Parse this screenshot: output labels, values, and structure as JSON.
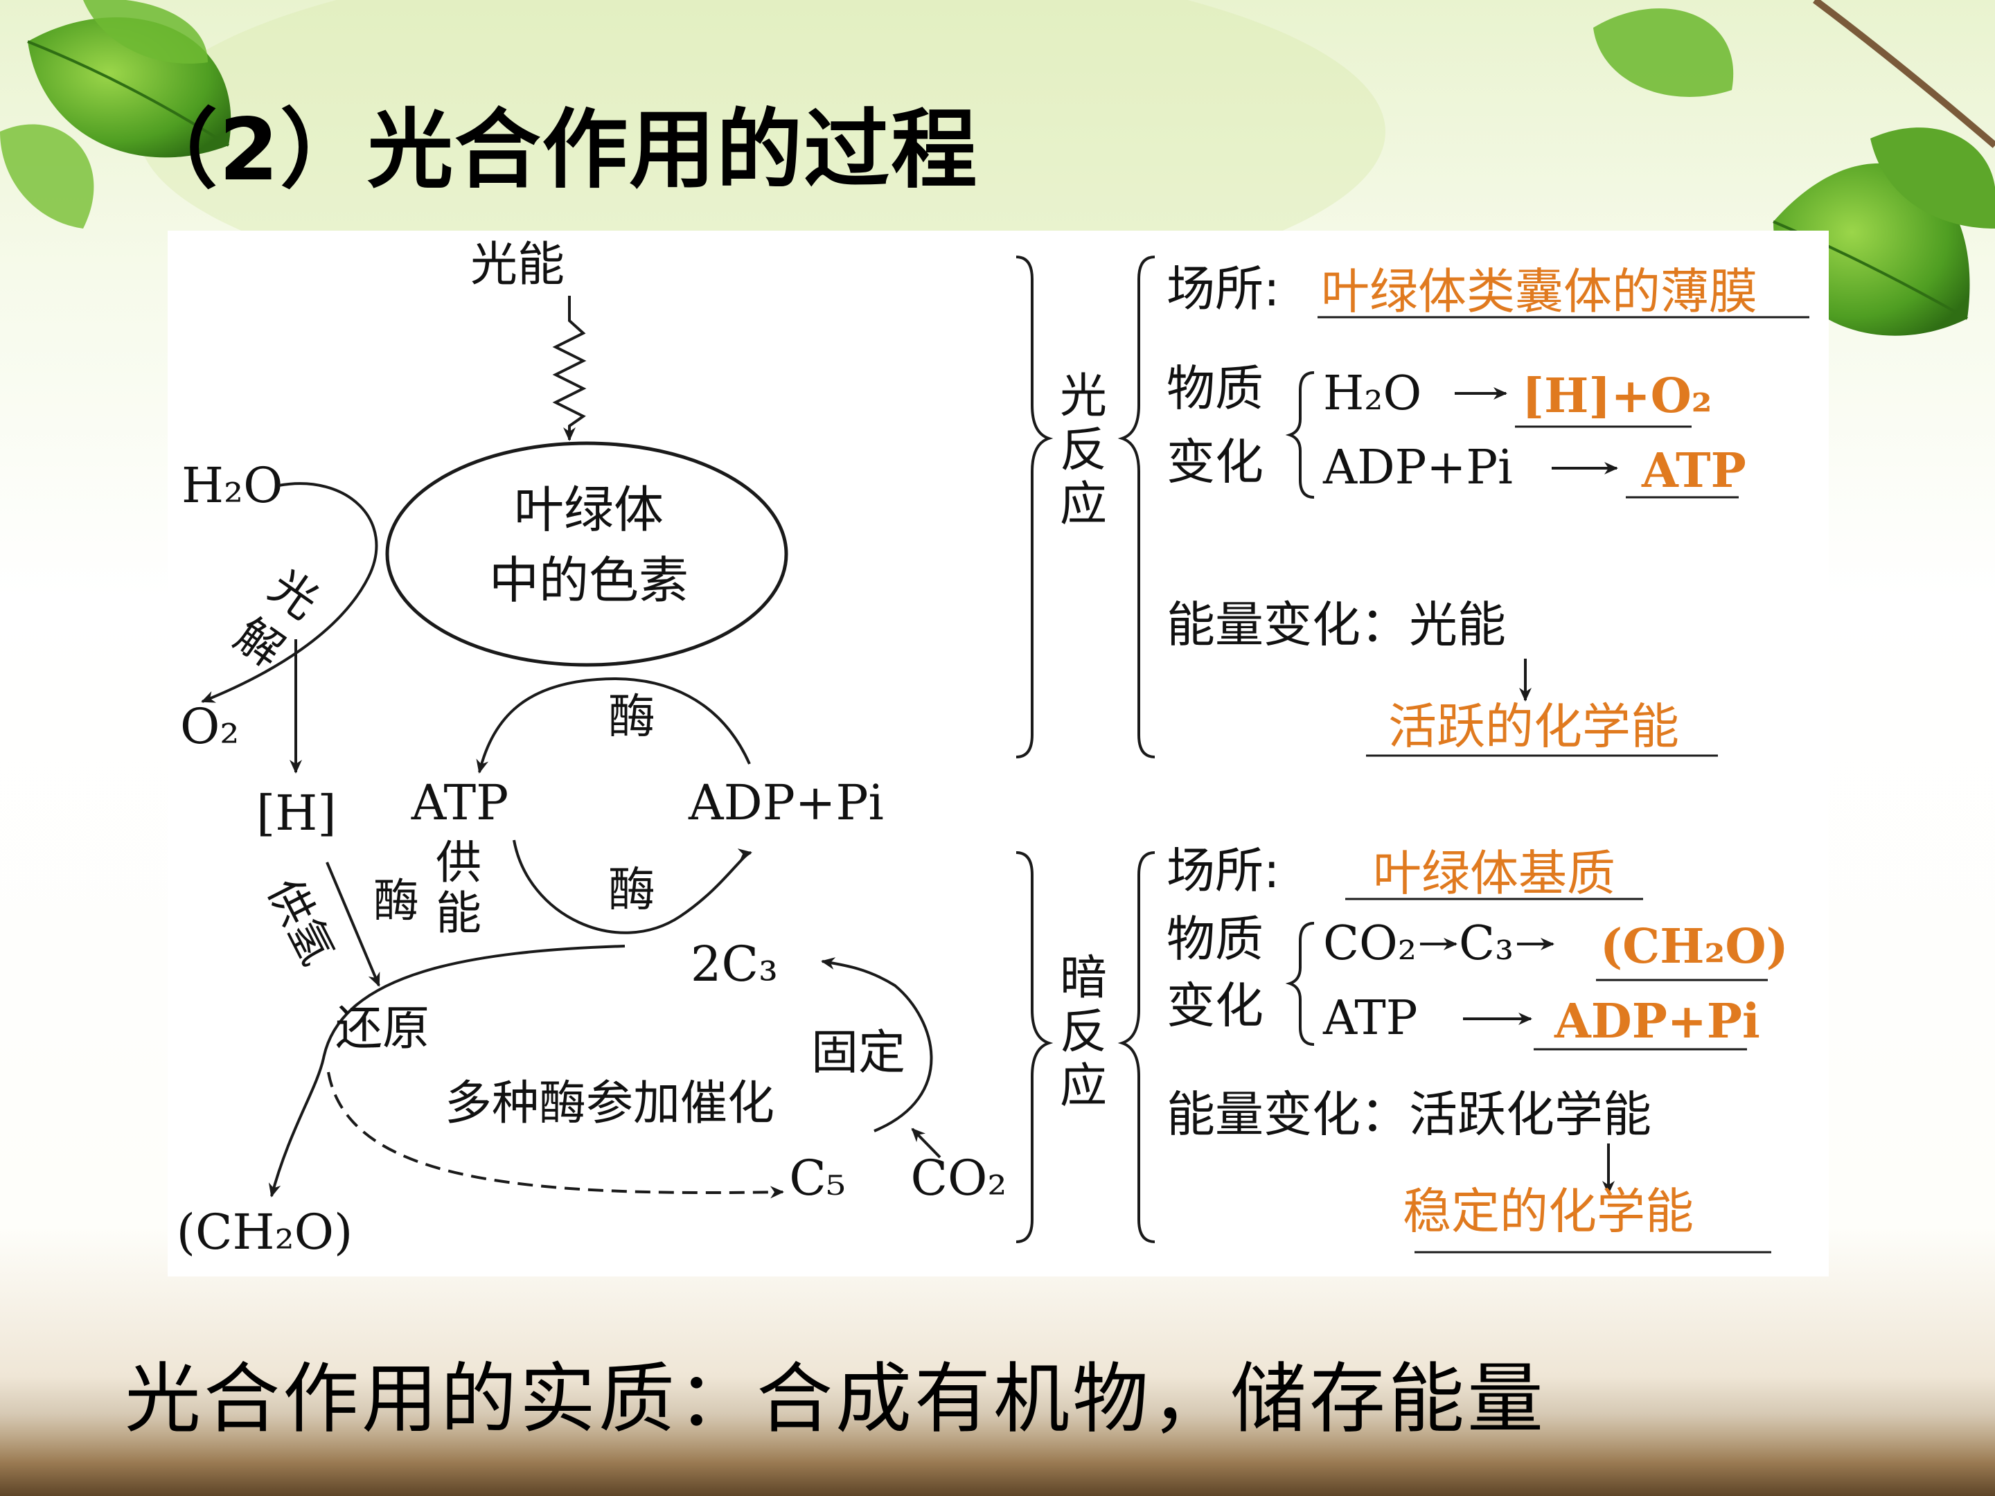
{
  "slide": {
    "title": "（2）光合作用的过程",
    "summary": "光合作用的实质：合成有机物，储存能量"
  },
  "diagram": {
    "light_energy": "光能",
    "pigment_line1": "叶绿体",
    "pigment_line2": "中的色素",
    "h2o": "H₂O",
    "photolysis_1": "光",
    "photolysis_2": "解",
    "o2": "O₂",
    "h": "[H]",
    "enzyme_top": "酶",
    "atp": "ATP",
    "adp_pi": "ADP+Pi",
    "enzyme_bottom": "酶",
    "supply_energy_1": "供",
    "supply_energy_2": "能",
    "supply_hydrogen": "供氢",
    "enzyme_left": "酶",
    "reduction": "还原",
    "c3": "2C₃",
    "fixation": "固定",
    "multi_enzyme": "多种酶参加催化",
    "c5": "C₅",
    "co2": "CO₂",
    "ch2o": "(CH₂O)"
  },
  "light_reaction": {
    "label": [
      "光",
      "反",
      "应"
    ],
    "site_label": "场所:",
    "site_answer": "叶绿体类囊体的薄膜",
    "matter_label_1": "物质",
    "matter_label_2": "变化",
    "eq1_left": "H₂O",
    "eq1_answer": "[H]+O₂",
    "eq2_left": "ADP+Pi",
    "eq2_answer": "ATP",
    "energy_label": "能量变化：光能",
    "energy_answer": "活跃的化学能"
  },
  "dark_reaction": {
    "label": [
      "暗",
      "反",
      "应"
    ],
    "site_label": "场所:",
    "site_answer": "叶绿体基质",
    "matter_label_1": "物质",
    "matter_label_2": "变化",
    "eq1_left": "CO₂",
    "eq1_mid": "C₃",
    "eq1_answer": "(CH₂O)",
    "eq2_left": "ATP",
    "eq2_answer": "ADP+Pi",
    "energy_label": "能量变化：活跃化学能",
    "energy_answer": "稳定的化学能"
  },
  "colors": {
    "answer": "#e07a1f",
    "line": "#1a1a1a",
    "leaf": "#5fae2a"
  }
}
